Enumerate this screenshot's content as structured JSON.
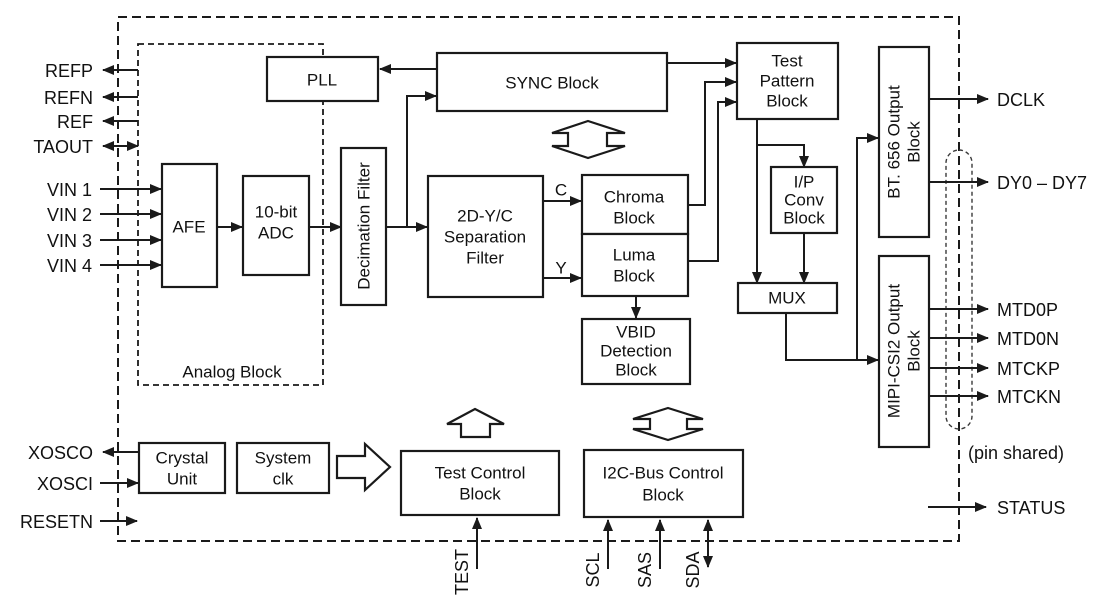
{
  "blocks": {
    "pll": "PLL",
    "sync": "SYNC Block",
    "afe": "AFE",
    "adc1": "10-bit",
    "adc2": "ADC",
    "decimation": "Decimation Filter",
    "ydc1": "2D-Y/C",
    "ydc2": "Separation",
    "ydc3": "Filter",
    "chroma1": "Chroma",
    "chroma2": "Block",
    "luma1": "Luma",
    "luma2": "Block",
    "vbid1": "VBID",
    "vbid2": "Detection",
    "vbid3": "Block",
    "tp1": "Test",
    "tp2": "Pattern",
    "tp3": "Block",
    "ip1": "I/P",
    "ip2": "Conv",
    "ip3": "Block",
    "mux": "MUX",
    "bt1": "BT. 656 Output",
    "bt2": "Block",
    "mipi1": "MIPI-CSI2 Output",
    "mipi2": "Block",
    "crystal1": "Crystal",
    "crystal2": "Unit",
    "sysclk1": "System",
    "sysclk2": "clk",
    "tc1": "Test Control",
    "tc2": "Block",
    "i2c1": "I2C-Bus Control",
    "i2c2": "Block",
    "analog": "Analog Block"
  },
  "pins": {
    "refp": "REFP",
    "refn": "REFN",
    "ref": "REF",
    "taout": "TAOUT",
    "vin1": "VIN 1",
    "vin2": "VIN 2",
    "vin3": "VIN 3",
    "vin4": "VIN 4",
    "xosco": "XOSCO",
    "xosci": "XOSCI",
    "resetn": "RESETN",
    "dclk": "DCLK",
    "dy": "DY0 – DY7",
    "mtd0p": "MTD0P",
    "mtd0n": "MTD0N",
    "mtckp": "MTCKP",
    "mtckn": "MTCKN",
    "status": "STATUS",
    "test": "TEST",
    "scl": "SCL",
    "sas": "SAS",
    "sda": "SDA"
  },
  "signals": {
    "c": "C",
    "y": "Y"
  },
  "annotations": {
    "pin_shared": "(pin shared)"
  },
  "colors": {
    "line": "#1a1a1a",
    "background": "#ffffff"
  }
}
